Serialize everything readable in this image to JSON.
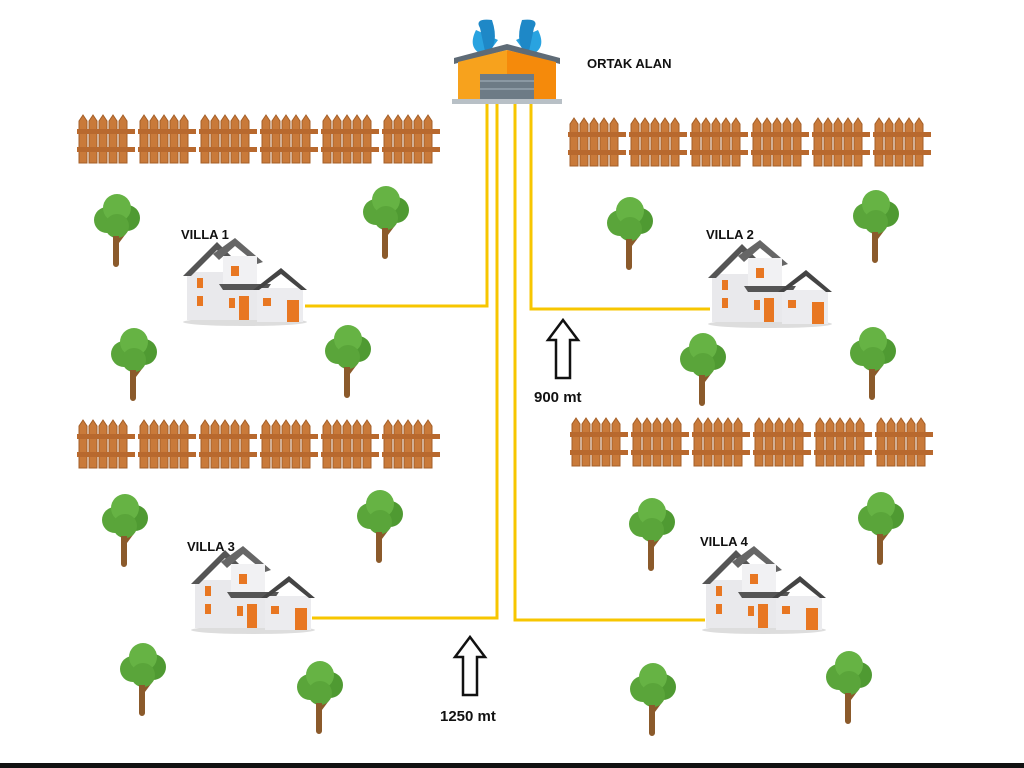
{
  "hub": {
    "label": "ORTAK ALAN"
  },
  "villas": [
    {
      "label": "VILLA 1"
    },
    {
      "label": "VILLA 2"
    },
    {
      "label": "VILLA 3"
    },
    {
      "label": "VILLA 4"
    }
  ],
  "distances": [
    {
      "label": "900 mt"
    },
    {
      "label": "1250 mt"
    }
  ],
  "colors": {
    "cable": "#f7c600",
    "fence": "#c97a3a",
    "tree": "#5aa53a",
    "trunk": "#8b5a2b",
    "roof": "#f59a1c"
  }
}
